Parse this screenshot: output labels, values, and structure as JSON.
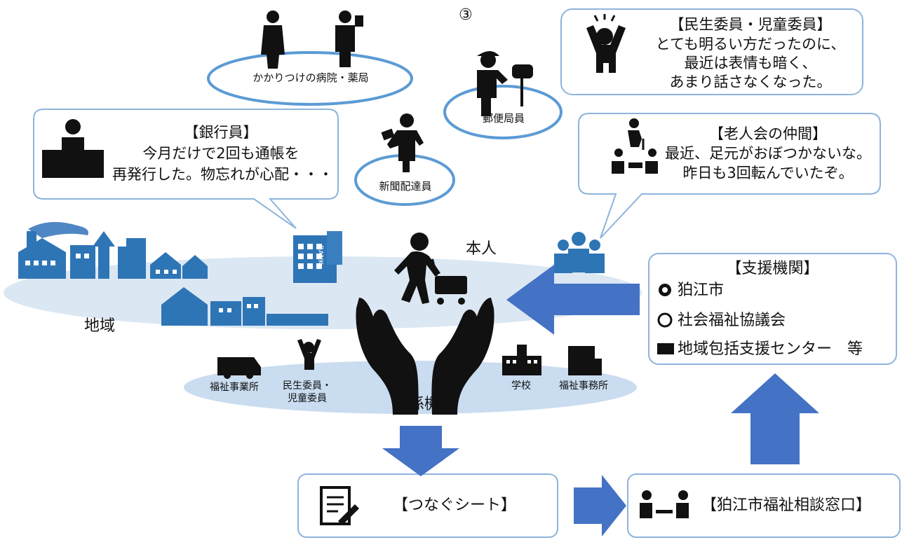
{
  "header": {
    "marker": "③"
  },
  "community": {
    "clinic_label": "かかりつけの病院・薬局",
    "postal_label": "郵便局員",
    "newspaper_label": "新聞配達員",
    "region_label": "地域",
    "person_label": "本人",
    "bank_sign": "BANK"
  },
  "bubbles": {
    "bank": {
      "title": "【銀行員】",
      "lines": [
        "今月だけで2回も通帳を",
        "再発行した。物忘れが心配・・・"
      ]
    },
    "welfare_commissioner": {
      "title": "【民生委員・児童委員】",
      "lines": [
        "とても明るい方だったのに、",
        "最近は表情も暗く、",
        "あまり話さなくなった。"
      ]
    },
    "senior_club": {
      "title": "【老人会の仲間】",
      "lines": [
        "最近、足元がおぼつかないな。",
        "昨日も3回転んでいたぞ。"
      ]
    }
  },
  "related_orgs": {
    "welfare_office": "福祉事業所",
    "commissioner_line1": "民生委員・",
    "commissioner_line2": "児童委員",
    "school": "学校",
    "welfare_affairs": "福祉事務所",
    "title": "関係機関"
  },
  "support": {
    "title": "【支援機関】",
    "items": [
      "狛江市",
      "社会福祉協議会",
      "地域包括支援センター　等"
    ]
  },
  "flow": {
    "sheet_label": "【つなぐシート】",
    "window_label": "【狛江市福祉相談窓口】"
  },
  "colors": {
    "accent_blue": "#4472c4",
    "ellipse_stroke": "#5b9bd5",
    "region_fill": "#dbe7f3",
    "town_blue": "#2e75b6",
    "bubble_stroke": "#8eb4dc",
    "icon_black": "#111111"
  }
}
